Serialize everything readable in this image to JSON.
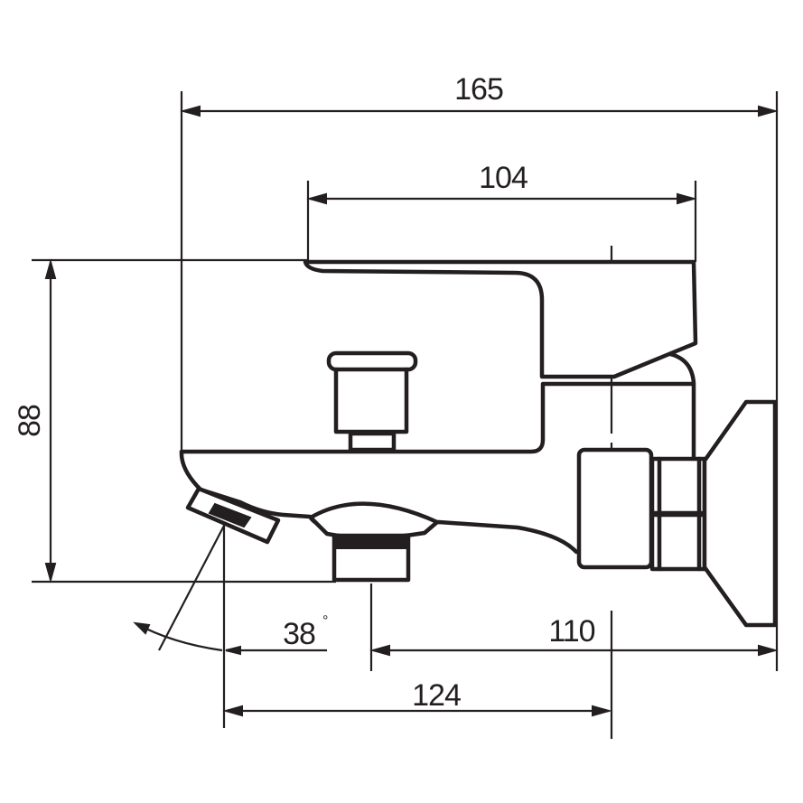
{
  "dimensions": {
    "overall_width": "165",
    "lever_length": "104",
    "height": "88",
    "spout_angle": "38",
    "spout_angle_unit": "°",
    "outlet_to_wall": "110",
    "spout_tip_to_axis": "124"
  },
  "colors": {
    "line": "#231f20",
    "background": "#ffffff"
  }
}
